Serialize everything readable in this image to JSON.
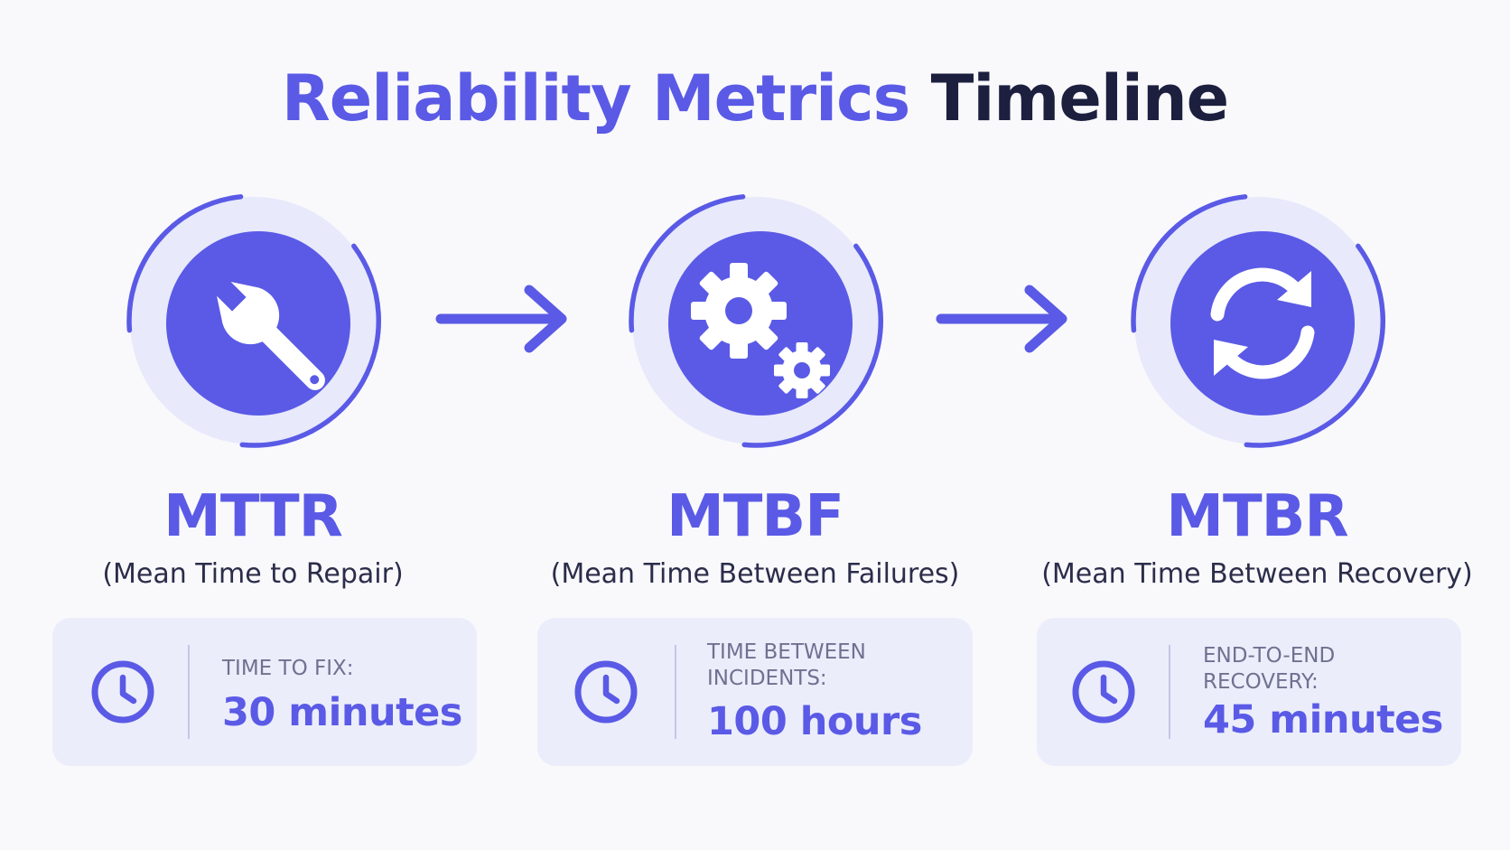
{
  "title": {
    "accent": "Reliability Metrics",
    "dark": "Timeline"
  },
  "colors": {
    "accent": "#5a5ae6",
    "dark": "#1c1f3e",
    "ring": "#e8e9fb",
    "card": "#ebedfb"
  },
  "metrics": [
    {
      "abbr": "MTTR",
      "full_name": "(Mean Time to Repair)",
      "icon": "wrench-icon",
      "card": {
        "label_lines": [
          "TIME TO FIX:"
        ],
        "value": "30 minutes"
      }
    },
    {
      "abbr": "MTBF",
      "full_name": "(Mean Time Between Failures)",
      "icon": "gears-icon",
      "card": {
        "label_lines": [
          "TIME BETWEEN",
          "INCIDENTS:"
        ],
        "value": "100 hours"
      }
    },
    {
      "abbr": "MTBR",
      "full_name": "(Mean Time Between Recovery)",
      "icon": "refresh-icon",
      "card": {
        "label_lines": [
          "END-TO-END",
          "RECOVERY:"
        ],
        "value": "45 minutes"
      }
    }
  ],
  "connectors": [
    "arrow-right-icon",
    "arrow-right-icon"
  ],
  "card_icon": "clock-icon"
}
